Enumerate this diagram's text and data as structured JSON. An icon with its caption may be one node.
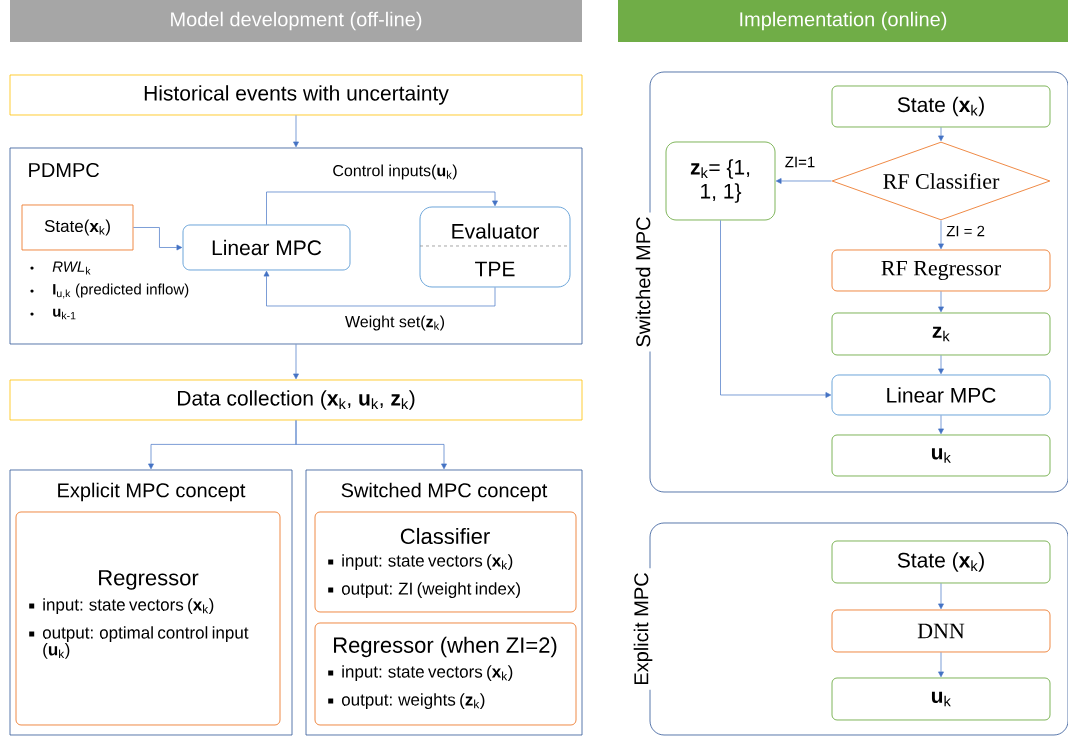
{
  "diagram": {
    "nodes": [
      {
        "text": [
          "Model development (off-line)"
        ]
      },
      {
        "text": [
          "Implementation (online)"
        ]
      },
      {
        "text": [
          "Historical events with uncertainty"
        ]
      },
      {
        "text": [
          "PDMPC"
        ]
      },
      {
        "text": [
          "State(**x**$_{k}$)"
        ],
        "in": 3,
        "beside": [
          "*RWL*$_{k}$",
          "**I**$_{u,k}$ (predicted inflow)",
          "**u**$_{k-1}$"
        ]
      },
      {
        "text": [
          "Linear MPC"
        ],
        "in": 3
      },
      {
        "text": [
          "Evaluator",
          "TPE"
        ],
        "in": 3
      },
      {
        "text": [
          "Data collection (**x**$_{k}$, **u**$_{k}$, **z**$_{k}$)"
        ]
      },
      {
        "text": [
          "Explicit MPC concept"
        ]
      },
      {
        "text": [
          "Regressor",
          "input: state vectors (**x**$_{k}$)",
          "output: optimal control input (**u**$_{k}$)"
        ],
        "in": 8
      },
      {
        "text": [
          "Switched MPC concept"
        ]
      },
      {
        "text": [
          "Classifier",
          "input: state vectors (**x**$_{k}$)",
          "output: ZI (weight index)"
        ],
        "in": 10
      },
      {
        "text": [
          "Regressor (when ZI=2)",
          "input: state vectors (**x**$_{k}$)",
          "output: weights (**z**$_{k}$)"
        ],
        "in": 10
      },
      {
        "text": [
          "Switched MPC"
        ]
      },
      {
        "text": [
          "State (**x**$_{k}$)"
        ],
        "in": 13
      },
      {
        "text": [
          "**z**$_{k}$= {1, 1, 1}"
        ],
        "in": 13
      },
      {
        "text": [
          "RF Classifier"
        ],
        "in": 13
      },
      {
        "text": [
          "RF Regressor"
        ],
        "in": 13
      },
      {
        "text": [
          "**z**$_{k}$"
        ],
        "in": 13
      },
      {
        "text": [
          "Linear MPC"
        ],
        "in": 13
      },
      {
        "text": [
          "**u**$_{k}$"
        ],
        "in": 13
      },
      {
        "text": [
          "Explicit MPC"
        ]
      },
      {
        "text": [
          "State (**x**$_{k}$)"
        ],
        "in": 21
      },
      {
        "text": [
          "DNN"
        ],
        "in": 21
      },
      {
        "text": [
          "**u**$_{k}$"
        ],
        "in": 21
      }
    ],
    "edges": [
      {
        "from": 2,
        "to": 3,
        "arrow": "to"
      },
      {
        "from": 4,
        "to": 5,
        "arrow": "to"
      },
      {
        "from": 5,
        "to": 6,
        "arrow": "to",
        "label": "Control inputs(**u**$_{k}$)"
      },
      {
        "from": 6,
        "to": 5,
        "arrow": "to",
        "label": "Weight set(**z**$_{k}$)"
      },
      {
        "from": 3,
        "to": 7,
        "arrow": "to"
      },
      {
        "from": 7,
        "to": 8,
        "arrow": "to"
      },
      {
        "from": 7,
        "to": 10,
        "arrow": "to"
      },
      {
        "from": 14,
        "to": 16,
        "arrow": "to"
      },
      {
        "from": 16,
        "to": 15,
        "arrow": "to",
        "label": "ZI=1"
      },
      {
        "from": 16,
        "to": 17,
        "arrow": "to",
        "label": "ZI = 2"
      },
      {
        "from": 17,
        "to": 18,
        "arrow": "to"
      },
      {
        "from": 18,
        "to": 19,
        "arrow": "to"
      },
      {
        "from": 15,
        "to": 19,
        "arrow": "to"
      },
      {
        "from": 19,
        "to": 20,
        "arrow": "to"
      },
      {
        "from": 22,
        "to": 23,
        "arrow": "to"
      },
      {
        "from": 23,
        "to": 24,
        "arrow": "to"
      }
    ]
  }
}
